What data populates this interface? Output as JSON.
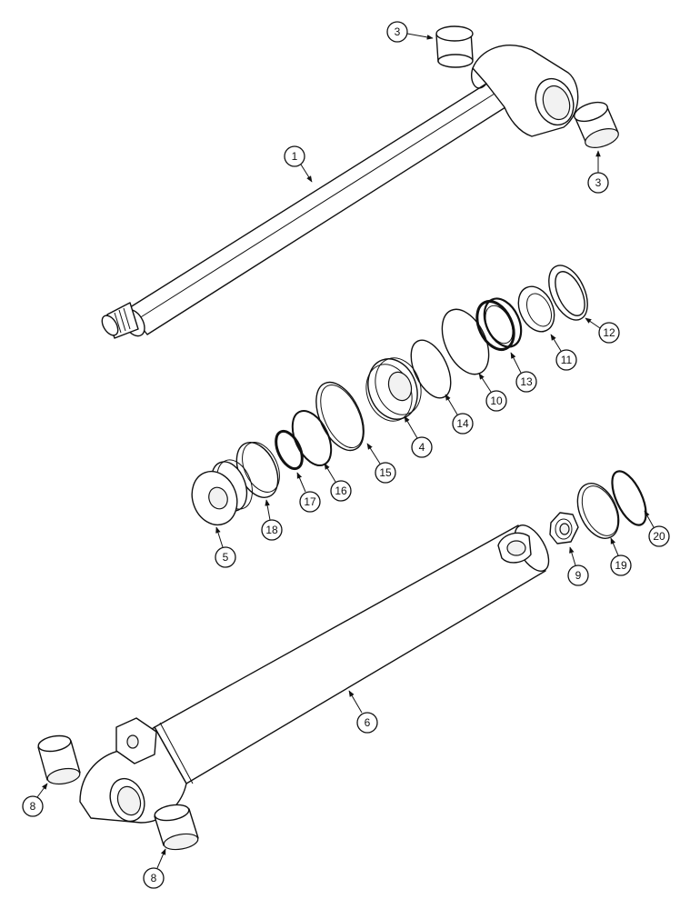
{
  "callouts": {
    "c1": "1",
    "c3a": "3",
    "c3b": "3",
    "c4": "4",
    "c5": "5",
    "c6": "6",
    "c8a": "8",
    "c8b": "8",
    "c9": "9",
    "c10": "10",
    "c11": "11",
    "c12": "12",
    "c13": "13",
    "c14": "14",
    "c15": "15",
    "c16": "16",
    "c17": "17",
    "c18": "18",
    "c19": "19",
    "c20": "20"
  }
}
